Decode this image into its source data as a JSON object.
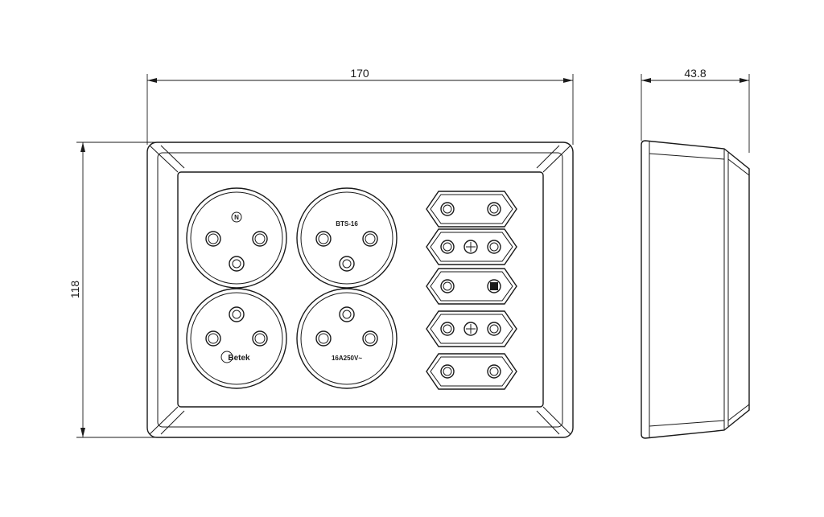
{
  "dimensions": {
    "width": "170",
    "height": "118",
    "depth": "43.8"
  },
  "front_view": {
    "sockets": [
      {
        "marking": "N",
        "marking_icon": "circle-n-icon"
      },
      {
        "marking": "BTS-16"
      },
      {
        "marking": "Betek",
        "marking_icon": "brand-logo-icon"
      },
      {
        "marking": "16A250V~"
      }
    ],
    "euro_sockets": [
      {
        "center_icon": ""
      },
      {
        "center_icon": "screw-icon"
      },
      {
        "center_icon": "indicator-icon"
      },
      {
        "center_icon": "screw-icon"
      },
      {
        "center_icon": ""
      }
    ]
  }
}
